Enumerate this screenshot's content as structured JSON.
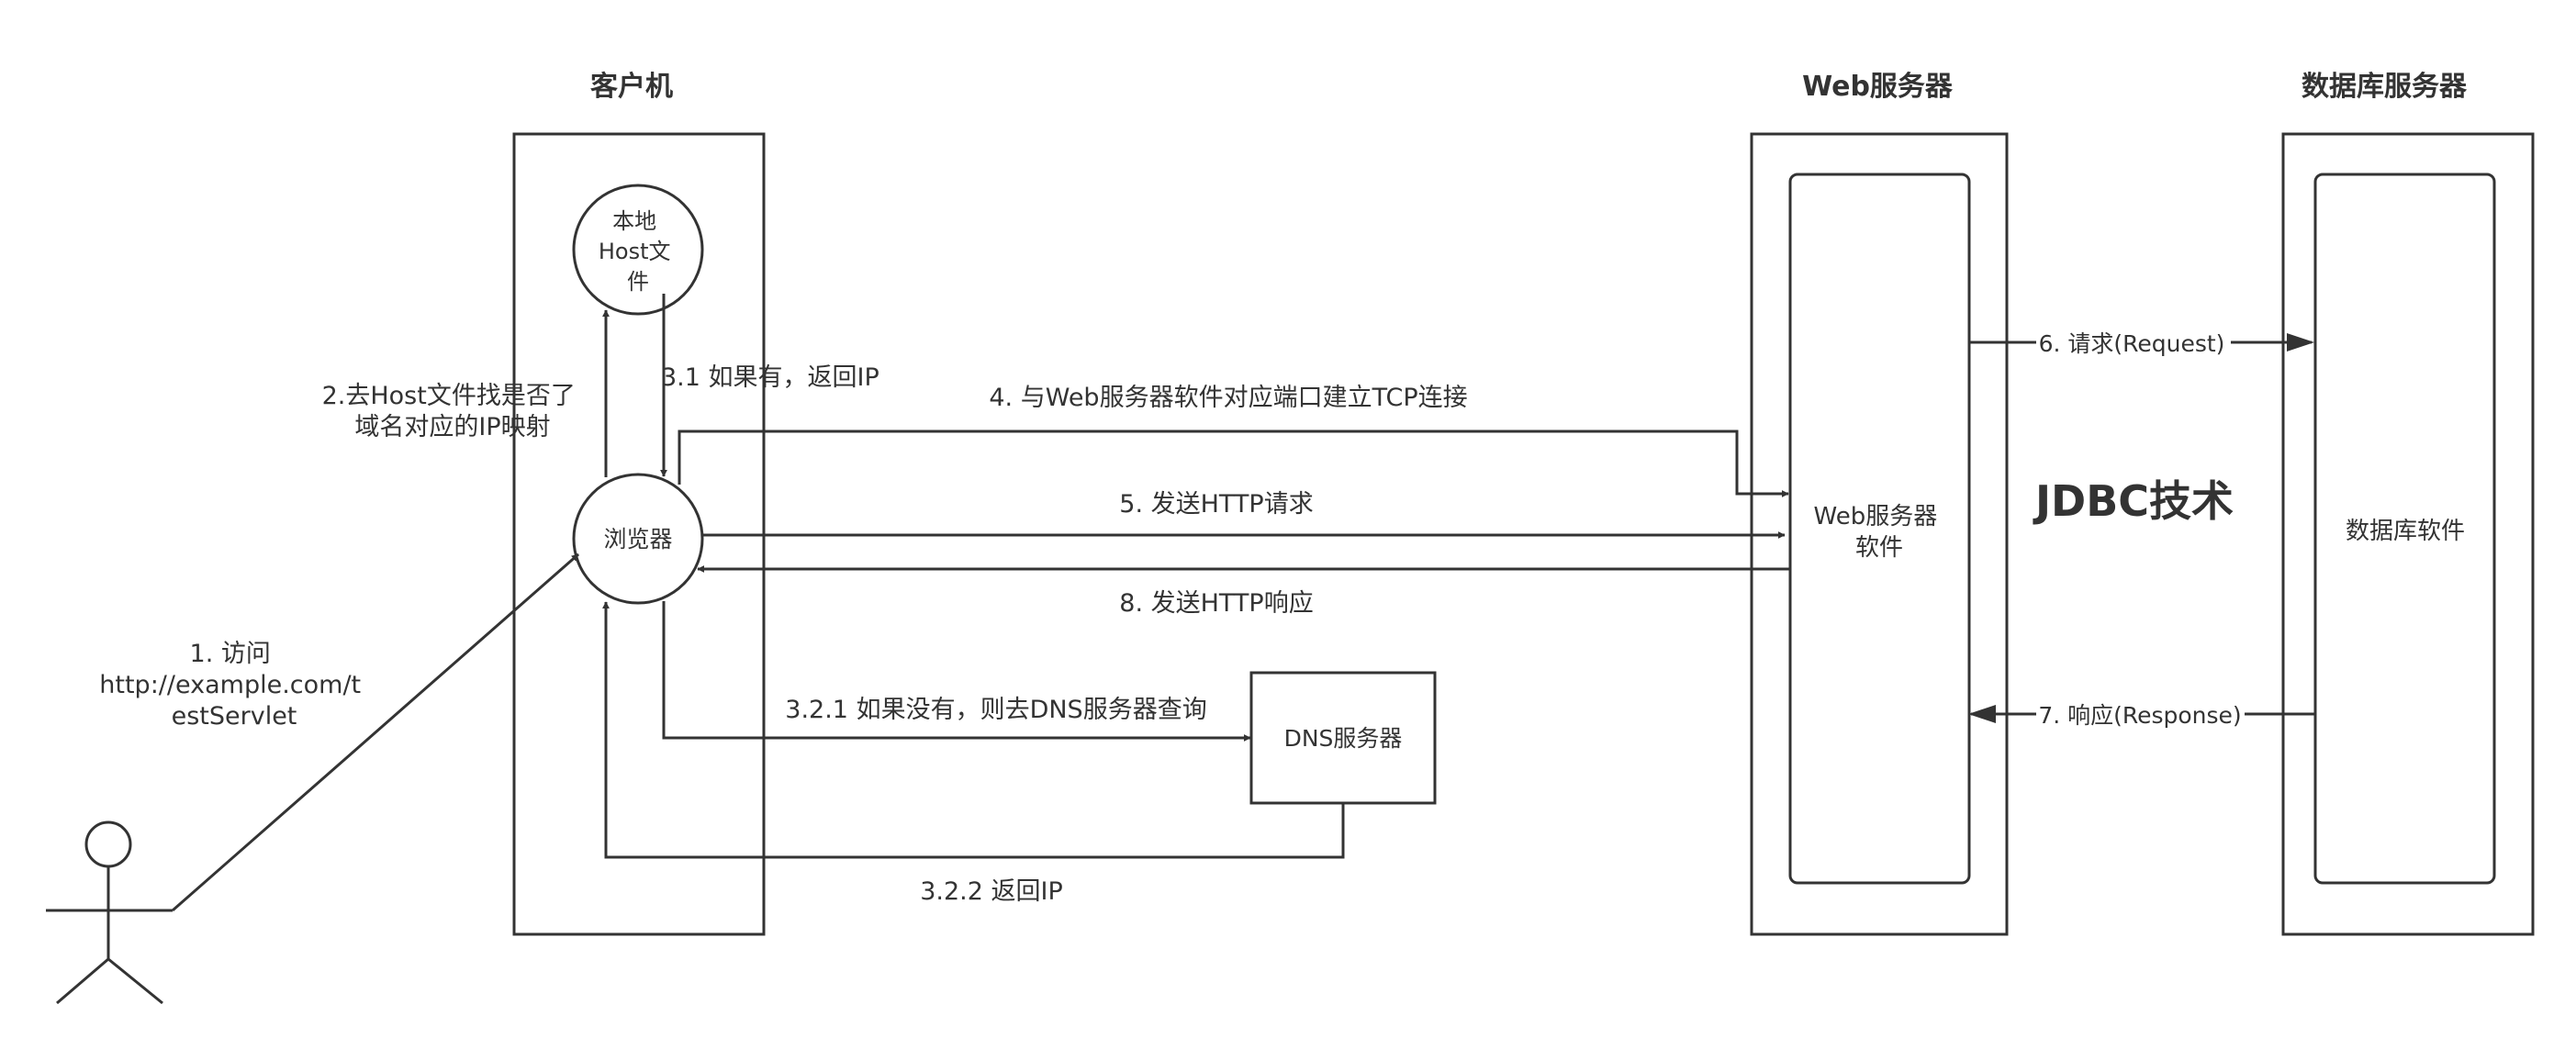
{
  "headers": {
    "client": "客户机",
    "web_server": "Web服务器",
    "db_server": "数据库服务器"
  },
  "nodes": {
    "host_file": [
      "本地",
      "Host文",
      "件"
    ],
    "browser": "浏览器",
    "dns_server": "DNS服务器",
    "web_software": [
      "Web服务器",
      "软件"
    ],
    "db_software": "数据库软件"
  },
  "center_label": "JDBC技术",
  "steps": {
    "step1": [
      "1. 访问",
      "http://example.com/t",
      "estServlet"
    ],
    "step2": [
      "2.去Host文件找是否了",
      "域名对应的IP映射"
    ],
    "step3_1": "3.1 如果有，返回IP",
    "step3_2_1": "3.2.1 如果没有，则去DNS服务器查询",
    "step3_2_2": "3.2.2 返回IP",
    "step4": "4. 与Web服务器软件对应端口建立TCP连接",
    "step5": "5. 发送HTTP请求",
    "step6": "6. 请求(Request)",
    "step7": "7. 响应(Response)",
    "step8": "8. 发送HTTP响应"
  },
  "colors": {
    "stroke": "#333333",
    "background": "#ffffff"
  }
}
